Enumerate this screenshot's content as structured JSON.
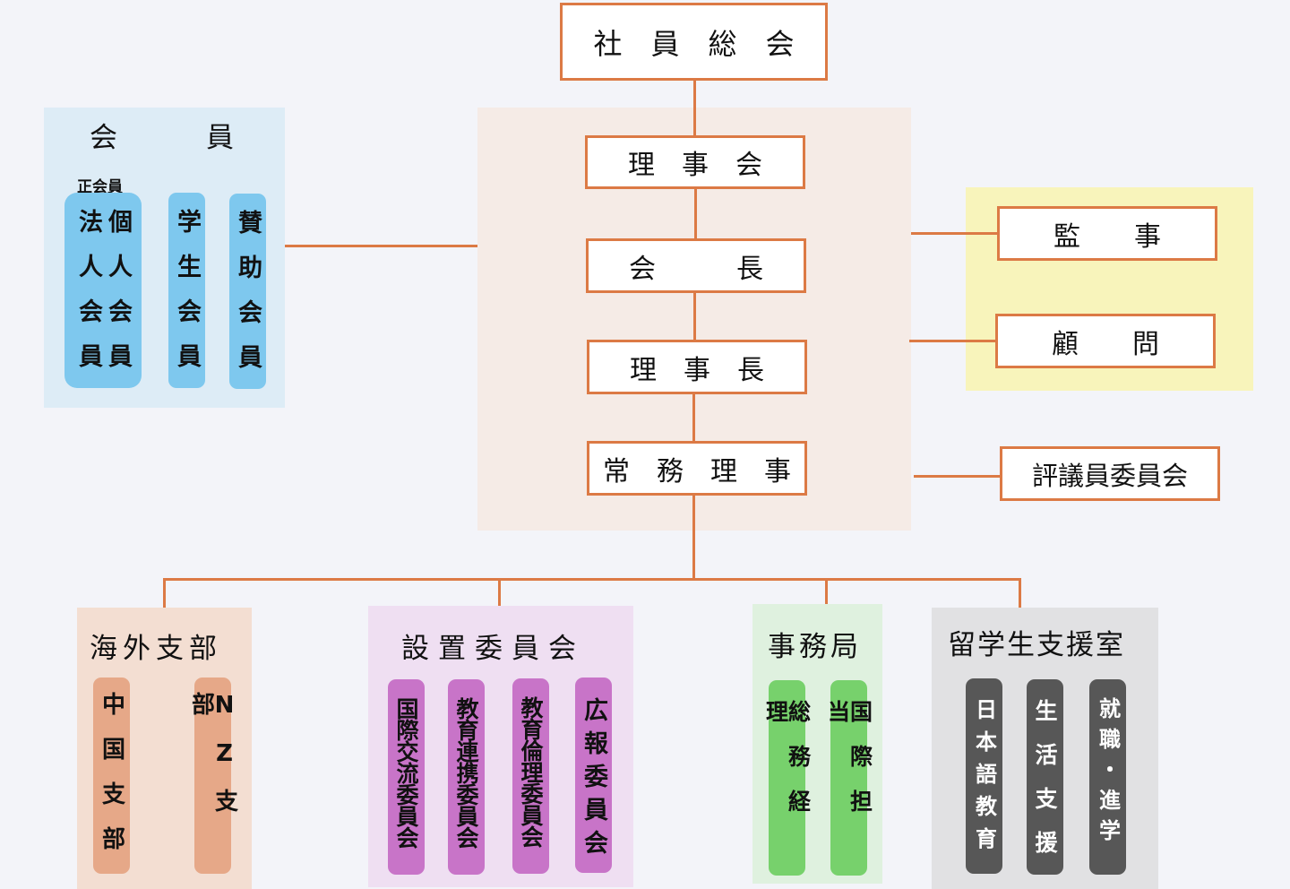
{
  "top": {
    "general_meeting": "社　員　総　会"
  },
  "center": {
    "board": "理　事　会",
    "president": "会　　　長",
    "chairman": "理　事　長",
    "managing_director": "常　務　理　事"
  },
  "right": {
    "auditor": "監　　事",
    "advisor": "顧　　問",
    "councilors": "評議員委員会"
  },
  "members": {
    "title_left": "会",
    "title_right": "員",
    "regular_label": "正会員",
    "items": [
      {
        "label": "法人会員"
      },
      {
        "label": "個人会員"
      },
      {
        "label": "学生会員"
      },
      {
        "label": "賛助会員"
      }
    ]
  },
  "branches": [
    {
      "title": "海外支部",
      "items": [
        {
          "label": "中国支部"
        },
        {
          "label": "NZ支部"
        }
      ]
    },
    {
      "title": "設置委員会",
      "items": [
        {
          "label": "国際交流委員会"
        },
        {
          "label": "教育連携委員会"
        },
        {
          "label": "教育倫理委員会"
        },
        {
          "label": "広報委員会"
        }
      ]
    },
    {
      "title": "事務局",
      "items": [
        {
          "label": "総務経理"
        },
        {
          "label": "国際担当"
        }
      ]
    },
    {
      "title": "留学生支援室",
      "items": [
        {
          "label": "日本語教育"
        },
        {
          "label": "生活支援"
        },
        {
          "label": "就職・進学"
        }
      ]
    }
  ],
  "colors": {
    "connector": "#dc7a45",
    "members_bg": "#ddecf6",
    "members_pill": "#7ec8ee",
    "center_bg": "#f5ebe6",
    "right_bg": "#f8f4bb",
    "overseas_bg": "#f3ded2",
    "overseas_pill": "#e6a888",
    "committee_bg": "#efdff2",
    "committee_pill": "#c874c8",
    "office_bg": "#dff1df",
    "office_pill": "#77d16c",
    "support_bg": "#e1e1e3",
    "support_pill": "#575757"
  }
}
